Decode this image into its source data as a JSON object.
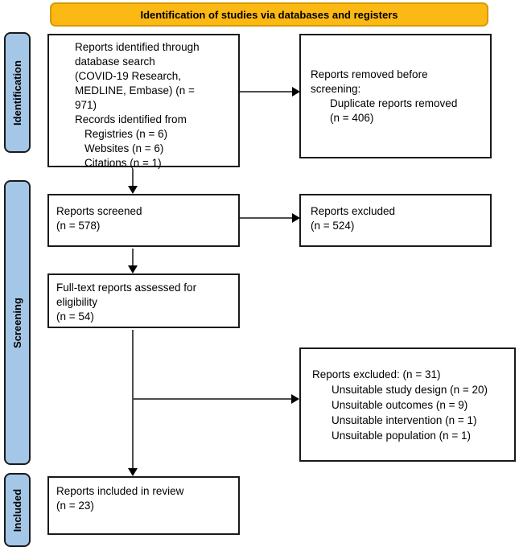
{
  "header": {
    "title": "Identification of studies via databases and registers"
  },
  "stages": [
    {
      "id": "identification",
      "label": "Identification"
    },
    {
      "id": "screening",
      "label": "Screening"
    },
    {
      "id": "included",
      "label": "Included"
    }
  ],
  "boxes": {
    "identified": {
      "lines": [
        {
          "text": "Reports identified through",
          "indent": 0
        },
        {
          "text": "database search",
          "indent": 0
        },
        {
          "text": "(COVID-19 Research,",
          "indent": 0
        },
        {
          "text": "MEDLINE, Embase) (n =",
          "indent": 0
        },
        {
          "text": "971)",
          "indent": 0
        },
        {
          "text": "Records identified from",
          "indent": 0
        },
        {
          "text": "Registries (n = 6)",
          "indent": 1
        },
        {
          "text": "Websites (n = 6)",
          "indent": 1
        },
        {
          "text": "Citations (n = 1)",
          "indent": 1
        }
      ]
    },
    "removed_before_screening": {
      "lines": [
        {
          "text": "Reports removed before",
          "indent": 0
        },
        {
          "text": "screening:",
          "indent": 0
        },
        {
          "text": "Duplicate reports removed",
          "indent": 1
        },
        {
          "text": "(n = 406)",
          "indent": 1
        }
      ]
    },
    "screened": {
      "lines": [
        {
          "text": "Reports screened",
          "indent": 0
        },
        {
          "text": "(n = 578)",
          "indent": 0
        }
      ]
    },
    "excluded_screening": {
      "lines": [
        {
          "text": "Reports excluded",
          "indent": 0
        },
        {
          "text": "(n = 524)",
          "indent": 0
        }
      ]
    },
    "fulltext_assessed": {
      "lines": [
        {
          "text": "Full-text reports assessed for",
          "indent": 0
        },
        {
          "text": "eligibility",
          "indent": 0
        },
        {
          "text": "(n = 54)",
          "indent": 0
        }
      ]
    },
    "excluded_fulltext": {
      "lines": [
        {
          "text": "Reports excluded: (n = 31)",
          "indent": 0
        },
        {
          "text": "Unsuitable study design (n = 20)",
          "indent": 1
        },
        {
          "text": "Unsuitable outcomes (n = 9)",
          "indent": 1
        },
        {
          "text": "Unsuitable intervention (n = 1)",
          "indent": 1
        },
        {
          "text": "Unsuitable population (n = 1)",
          "indent": 1
        }
      ]
    },
    "included_review": {
      "lines": [
        {
          "text": "Reports included in review",
          "indent": 0
        },
        {
          "text": "(n = 23)",
          "indent": 0
        }
      ]
    }
  },
  "colors": {
    "header_bg": "#FDB913",
    "header_border": "#D79A00",
    "stage_bg": "#A4C7E7",
    "box_border": "#1A1A1A",
    "arrow_line": "#4D4D4D",
    "arrow_head": "#000000"
  }
}
